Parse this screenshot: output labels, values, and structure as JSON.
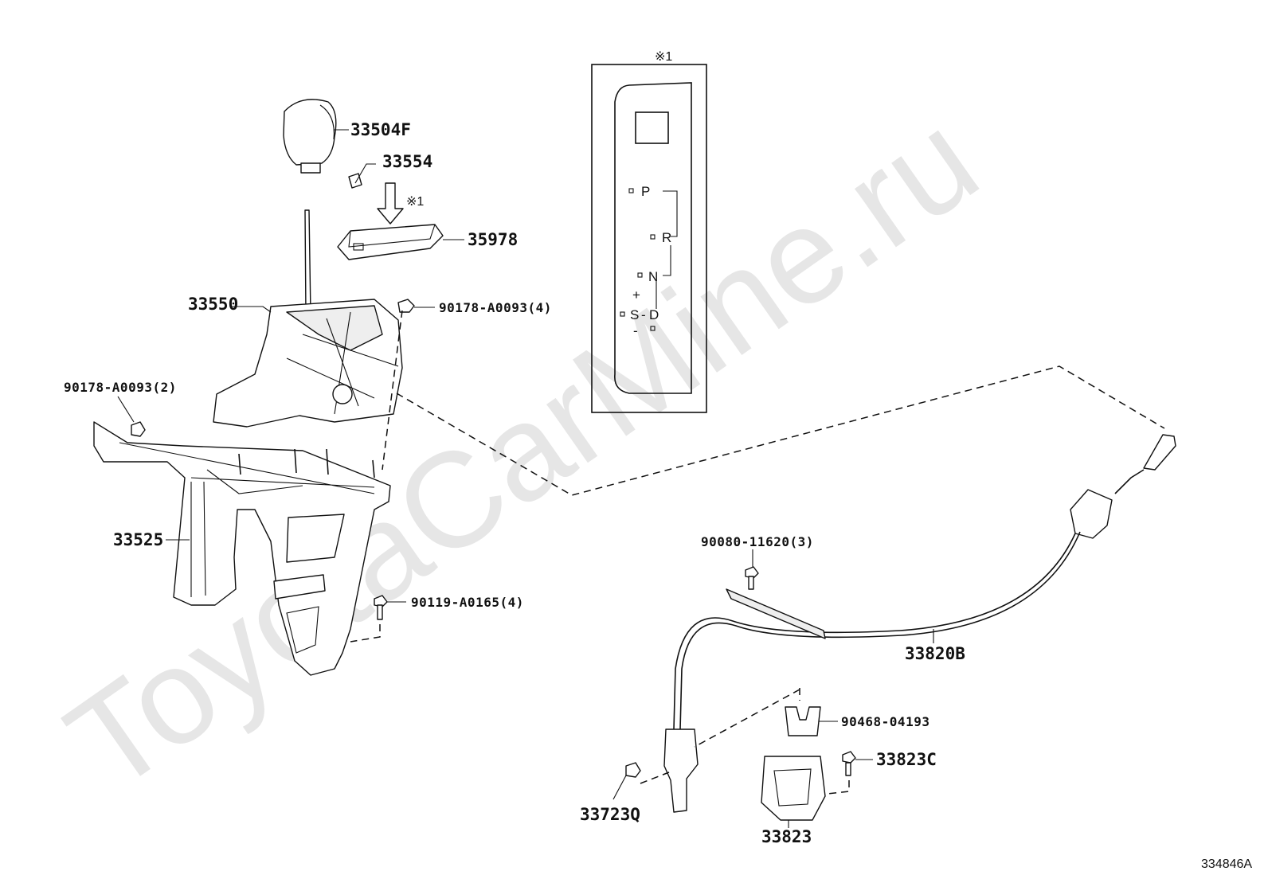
{
  "diagram_id": "334846A",
  "watermark": "ToyotaCarMine.ru",
  "note_marker": "※1",
  "inset": {
    "title": "※1",
    "gate": [
      "P",
      "R",
      "N",
      "+",
      "S",
      "-",
      "D"
    ]
  },
  "parts": {
    "knob": "33504F",
    "clip": "33554",
    "indicator_cover": "35978",
    "shift_lever_assy": "33550",
    "nut_top": "90178-A0093(4)",
    "nut_left": "90178-A0093(2)",
    "bracket": "33525",
    "bolt_bracket": "90119-A0165(4)",
    "bolt_cable": "90080-11620(3)",
    "cable": "33820B",
    "clip_retainer": "90468-04193",
    "bolt_cable_bracket": "33823C",
    "nut_cable_end": "33723Q",
    "cable_bracket": "33823"
  }
}
